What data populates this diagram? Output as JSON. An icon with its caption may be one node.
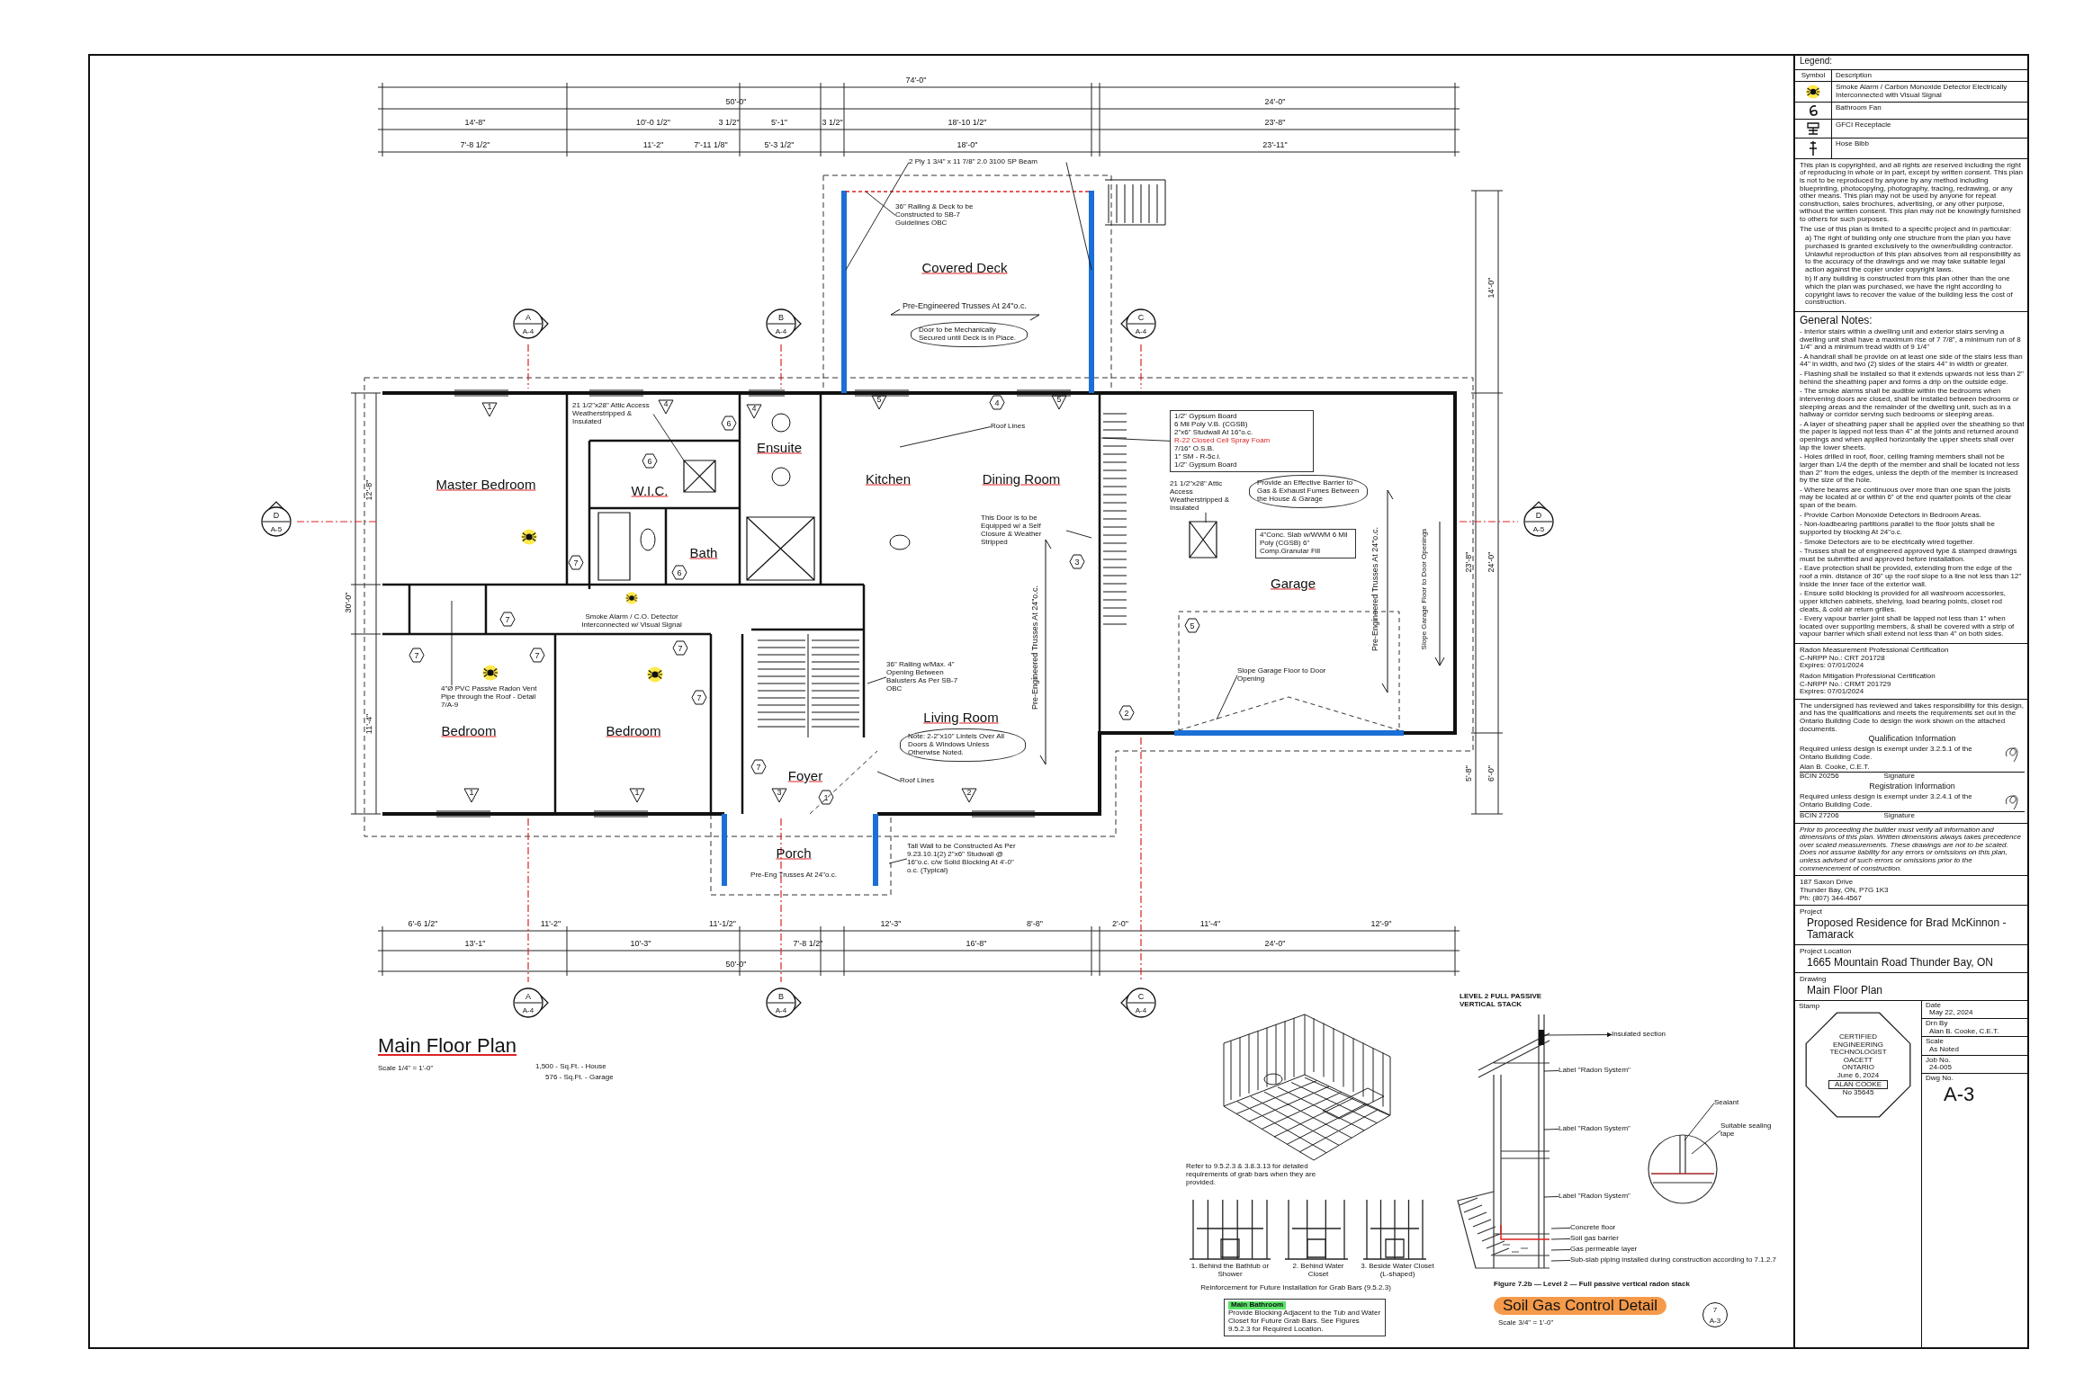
{
  "diagram": {
    "title": "Main Floor Plan",
    "nodes": [
      {
        "text": [
          "2 Ply 1 3/4\" x 11 7/8\" 2.0 3100 SP Beam"
        ]
      },
      {
        "text": [
          "36\" Railing & Deck to be Constructed to SB-7 Guidelines OBC"
        ]
      },
      {
        "text": [
          "Door to be Mechanically Secured until Deck is in Place."
        ]
      },
      {
        "text": [
          "21 1/2\"x28\" Attic Access Weatherstripped & Insulated"
        ]
      },
      {
        "text": [
          "Roof Lines"
        ]
      },
      {
        "text": [
          "This Door is to be Equipped w/ a Self Closure & Weather Stripped"
        ]
      },
      {
        "text": [
          "4\"Ø PVC Passive Radon Vent Pipe through the Roof - Detail 7/A-9"
        ]
      },
      {
        "text": [
          "36\" Railing w/Max. 4\" Opening Between Balusters As Per SB-7 OBC"
        ]
      },
      {
        "text": [
          "Note: 2-2\"x10\" Lintels Over All Doors & Windows Unless Otherwise Noted."
        ]
      },
      {
        "text": [
          "Roof Lines"
        ]
      },
      {
        "text": [
          "Tall Wall to be Constructed As Per 9.23.10.1(2) 2\"x6\" Studwall @ 16\"o.c. c/w Solid Blocking At 4'-0\" o.c. (Typical)"
        ]
      },
      {
        "text": [
          "1/2\" Gypsum Board",
          "6 Mil Poly V.B. (CGSB)",
          "2\"x6\" Studwall At 16\"o.c.",
          "R-22 Closed Cell Spray Foam",
          "7/16\" O.S.B.",
          "1\" SM - R-5c.i.",
          "1/2\" Gypsum Board"
        ]
      },
      {
        "text": [
          "21 1/2\"x28\" Attic Access Weatherstripped & Insulated"
        ]
      },
      {
        "text": [
          "Provide an Effective Barrier to Gas & Exhaust Fumes Between the House & Garage"
        ]
      },
      {
        "text": [
          "4\"Conc. Slab w/WWM 6 Mil Poly (CGSB) 6\" Comp.Granular Fill"
        ]
      },
      {
        "text": [
          "Slope Garage Floor to Door Opening"
        ]
      },
      {
        "text": [
          "Insulated section"
        ]
      },
      {
        "text": [
          "Label \"Radon System\""
        ]
      },
      {
        "text": [
          "Label \"Radon System\""
        ]
      },
      {
        "text": [
          "Label \"Radon System\""
        ]
      },
      {
        "text": [
          "Sealant"
        ]
      },
      {
        "text": [
          "Suitable sealing tape"
        ]
      },
      {
        "text": [
          "Concrete floor"
        ]
      },
      {
        "text": [
          "Soil gas barrier"
        ]
      },
      {
        "text": [
          "Gas permeable layer"
        ]
      },
      {
        "text": [
          "Sub-slab piping installed during construction according to 7.1.2.7"
        ]
      },
      {
        "text": [
          "Main Bathroom",
          "Provide Blocking Adjacent to the Tub and Water Closet for Future Grab Bars. See Figures 9.5.2.3 for Required Location."
        ]
      },
      {
        "text": [],
        "shape": "picture"
      },
      {
        "text": [],
        "shape": "picture"
      }
    ],
    "edges": [
      {
        "from": 0,
        "to": null,
        "arrow": "none"
      },
      {
        "from": 0,
        "to": null,
        "arrow": "none"
      },
      {
        "from": 1,
        "to": null,
        "arrow": "none"
      },
      {
        "from": 3,
        "to": null,
        "arrow": "none"
      },
      {
        "from": 4,
        "to": null,
        "arrow": "none"
      },
      {
        "from": 5,
        "to": null,
        "arrow": "none"
      },
      {
        "from": 6,
        "to": null,
        "arrow": "none"
      },
      {
        "from": 7,
        "to": null,
        "arrow": "none"
      },
      {
        "from": 9,
        "to": null,
        "arrow": "none"
      },
      {
        "from": 10,
        "to": null,
        "arrow": "none"
      },
      {
        "from": 11,
        "to": null,
        "arrow": "none"
      },
      {
        "from": 12,
        "to": null,
        "arrow": "none"
      },
      {
        "from": 15,
        "to": null,
        "arrow": "none"
      },
      {
        "from": 27,
        "to": 16,
        "arrow": "to"
      },
      {
        "from": 17,
        "to": 27,
        "arrow": "none"
      },
      {
        "from": 18,
        "to": 27,
        "arrow": "none"
      },
      {
        "from": 19,
        "to": 27,
        "arrow": "none"
      },
      {
        "from": 20,
        "to": 28,
        "arrow": "none"
      },
      {
        "from": 21,
        "to": 28,
        "arrow": "none"
      },
      {
        "from": 22,
        "to": 27,
        "arrow": "none"
      },
      {
        "from": 23,
        "to": 27,
        "arrow": "none"
      },
      {
        "from": 24,
        "to": 27,
        "arrow": "none"
      },
      {
        "from": 25,
        "to": 27,
        "arrow": "none"
      }
    ],
    "labels": [
      "Covered Deck",
      "Master Bedroom",
      "W.I.C.",
      "Ensuite",
      "Kitchen",
      "Dining Room",
      "Bath",
      "Garage",
      "Bedroom",
      "Bedroom",
      "Foyer",
      "Living Room",
      "Porch",
      "74'-0\"",
      "50'-0\"",
      "24'-0\"",
      "14'-8\"",
      "10'-0 1/2\"",
      "3 1/2\"",
      "5'-1\"",
      "3 1/2\"",
      "18'-10 1/2\"",
      "23'-8\"",
      "7'-8 1/2\"",
      "11'-2\"",
      "7'-11 1/8\"",
      "5'-3 1/2\"",
      "18'-0\"",
      "23'-11\"",
      "14'-0\"",
      "23'-8\"",
      "24'-0\"",
      "5'-8\"",
      "6'-0\"",
      "12'-8\"",
      "30'-0\"",
      "11'-4\"",
      "6'-6 1/2\"",
      "11'-2\"",
      "11'-1/2\"",
      "12'-3\"",
      "8'-8\"",
      "2'-0\"",
      "11'-4\"",
      "12'-9\"",
      "13'-1\"",
      "10'-3\"",
      "7'-8 1/2\"",
      "16'-8\"",
      "24'-0\"",
      "50'-0\"",
      "A",
      "A-4",
      "B",
      "A-4",
      "C",
      "A-4",
      "D",
      "A-5",
      "D",
      "A-5",
      "A",
      "A-4",
      "B",
      "A-4",
      "C",
      "A-4",
      "Pre-Engineered Trusses At 24\"o.c.",
      "Pre-Engineered Trusses At 24\"o.c.",
      "Pre-Engineered Trusses At 24\"o.c.",
      "Pre-Eng Trusses At 24\"o.c.",
      "Slope Garage Floor to Door Openings",
      "Smoke Alarm / C.O. Detector Interconnected w/ Visual Signal",
      "1",
      "4",
      "4",
      "5",
      "5",
      "1",
      "1",
      "3",
      "2",
      "6",
      "6",
      "7",
      "6",
      "7",
      "7",
      "7",
      "7",
      "7",
      "7",
      "1",
      "3",
      "4",
      "2",
      "5",
      "Scale 1/4\" = 1'-0\"",
      "1,500 - Sq.Ft. - House",
      "576 - Sq.Ft. - Garage",
      "Legend:",
      "Symbol",
      "Description",
      "This plan is copyrighted, and all rights are reserved including the right of reproducing in whole or in part, except by written consent. This plan is not to be reproduced by anyone by any method including blueprinting, photocopying, photography, tracing, redrawing, or any other means. This plan may not be used by anyone for repeat construction, sales brochures, advertising, or any other purpose, without the written consent. This plan may not be knowingly furnished to others for such purposes.",
      "The use of this plan is limited to a specific project and in particular:",
      "a) The right of building only one structure from the plan you have purchased is granted exclusively to the owner/building contractor. Unlawful reproduction of this plan absolves from all responsibility as to the accuracy of the drawings and we may take suitable legal action against the copier under copyright laws.",
      "b) If any building is constructed from this plan other than the one which the plan was purchased, we have the right according to copyright laws to recover the value of the building less the cost of construction.",
      "General Notes:",
      "- Interior stairs within a dwelling unit and exterior stairs serving a dwelling unit shall have a maximum rise of 7 7/8\", a minimum run of 8 1/4\" and a minimum tread width of 9 1/4\"",
      "- A handrail shall be provide on at least one side of the stairs less than 44\" in width, and two (2) sides of the stairs 44\" in width or greater.",
      "- Flashing shall be installed so that it extends upwards not less than 2\" behind the sheathing paper and forms a drip on the outside edge.",
      "- The smoke alarms shall be audible within the bedrooms when intervening doors are closed, shall be installed between bedrooms or sleeping areas and the remainder of the dwelling unit, such as in a hallway or corridor serving such bedrooms or sleeping areas.",
      "- A layer of sheathing paper shall be applied over the sheathing so that the paper is lapped not less than 4\" at the joints and returned around openings and when applied horizontally the upper sheets shall over lap the lower sheets.",
      "- Holes drilled in roof, floor, ceiling framing members shall not be larger than 1/4 the depth of the member and shall be located not less than 2\" from the edges, unless the depth of the member is increased by the size of the hole.",
      "- Where beams are continuous over more than one span the joists may be located at or within 6\" of the end quarter points of the clear span of the beam.",
      "- Provide Carbon Monoxide Detectors in Bedroom Areas.",
      "- Non-loadbearing partitions parallel to the floor joists shall be supported by blocking At 24\"o.c.",
      "- Smoke Detectors are to be electrically wired together.",
      "- Trusses shall be of engineered approved type & stamped drawings must be submitted and approved before installation.",
      "- Eave protection shall be provided, extending from the edge of the roof a min. distance of 36\" up the roof slope to a line not less than 12\" inside the inner face of the exterior wall.",
      "- Ensure solid blocking is provided for all washroom accessories, upper kitchen cabinets, shelving, load bearing points, closet rod cleats, & cold air return grilles.",
      "- Every vapour barrier joint shall be lapped not less than 1\" when located over supporting members, & shall be covered with a strip of vapour barrier which shall extend not less than 4\" on both sides.",
      "Radon Measurement Professional Certification",
      "C-NRPP No.: CRT 201728",
      "Expires: 07/01/2024",
      "Radon Mitigation Professional Certification",
      "C-NRPP No.: CRMT 201729",
      "Expires: 07/01/2024",
      "The undersigned has reviewed and takes responsibility for this design, and has the qualifications and meets the requirements set out in the Ontario Building Code to design the work shown on the attached documents.",
      "Qualification Information",
      "Required unless design is exempt under 3.2.5.1 of the Ontario Building Code.",
      "Alan B. Cooke, C.E.T.",
      "BCIN 20256",
      "Signature",
      "Registration Information",
      "Required unless design is exempt under 3.2.4.1 of the Ontario Building Code.",
      "BCIN 27206",
      "Signature",
      "Prior to proceeding the builder must verify all information and dimensions of this plan. Written dimensions always takes precedence over scaled measurements. These drawings are not to be scaled. Does not assume liability for any errors or omissions on this plan, unless advised of such errors or omissions prior to the commencement of construction.",
      "187 Saxon Drive",
      "Thunder Bay, ON, P7G 1K3",
      "Ph: (807) 344-4567",
      "Project",
      "Proposed Residence for Brad McKinnon - Tamarack",
      "Project Location",
      "1665 Mountain Road Thunder Bay, ON",
      "Drawing",
      "Main Floor Plan",
      "Stamp",
      "CERTIFIED ENGINEERING TECHNOLOGIST",
      "OACETT",
      "ONTARIO",
      "June 6, 2024",
      "ALAN COOKE",
      "No 35645",
      "Date",
      "May 22, 2024",
      "Drn By",
      "Alan B. Cooke, C.E.T.",
      "Scale",
      "As Noted",
      "Job No.",
      "24-005",
      "Dwg No.",
      "A-3",
      "Refer to 9.5.2.3 & 3.8.3.13 for detailed requirements of grab bars when they are provided.",
      "1. Behind the Bathtub or Shower",
      "2. Behind Water Closet",
      "3. Beside Water Closet (L-shaped)",
      "Reinforcement for Future Installation for Grab Bars (9.5.2.3)",
      "LEVEL 2 FULL PASSIVE VERTICAL STACK",
      "Figure 7.2b — Level 2 — Full passive vertical radon stack",
      "Soil Gas Control Detail",
      "Scale 3/4\" = 1'-0\"",
      "7",
      "A-3"
    ],
    "legend": [
      {
        "text": "Smoke Alarm / Carbon Monoxide Detector Electrically Interconnected with Visual Signal"
      },
      {
        "text": "Bathroom Fan"
      },
      {
        "text": "GFCI Receptacle"
      },
      {
        "text": "Hose Bibb"
      }
    ]
  }
}
